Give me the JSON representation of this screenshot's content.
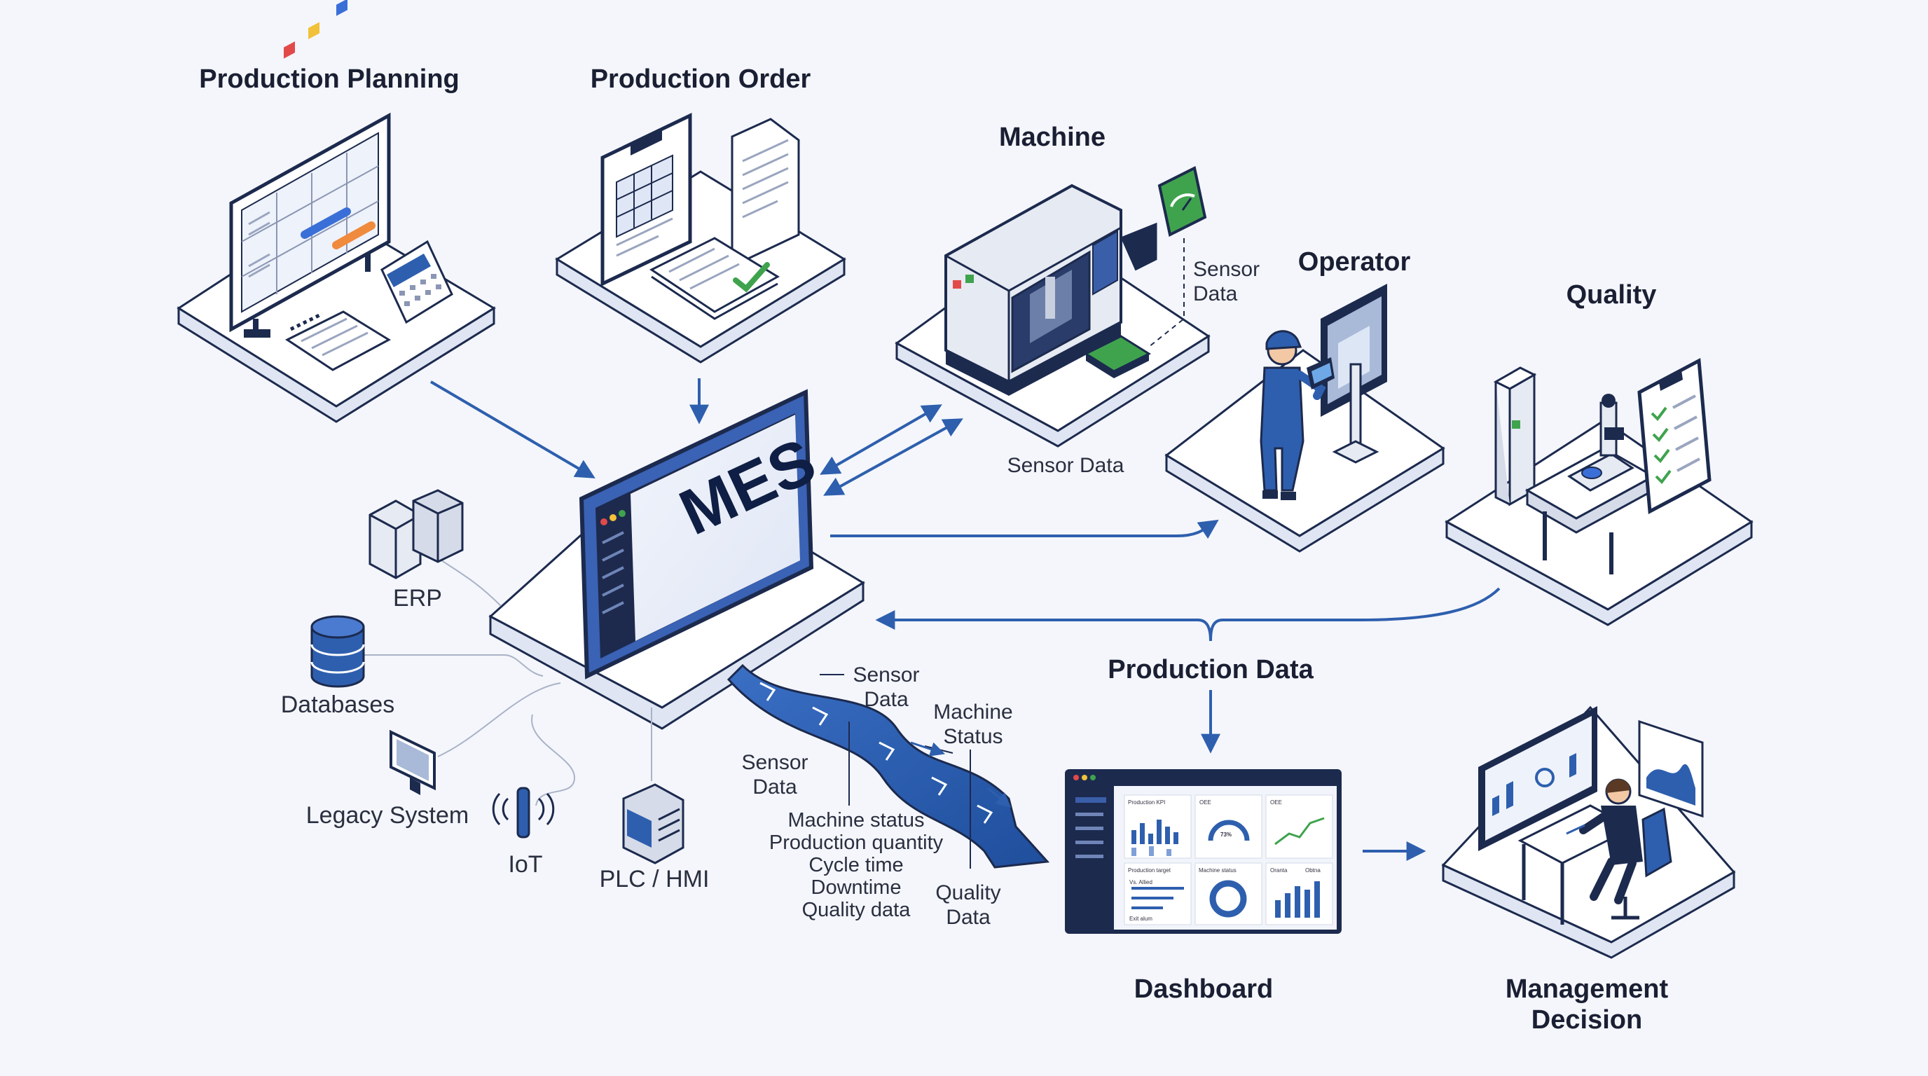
{
  "nodes": {
    "production_planning": "Production Planning",
    "production_order": "Production Order",
    "machine": "Machine",
    "operator": "Operator",
    "quality": "Quality",
    "production_data": "Production Data",
    "dashboard": "Dashboard",
    "management_decision_line1": "Management",
    "management_decision_line2": "Decision",
    "mes": "MES"
  },
  "sources": {
    "erp": "ERP",
    "databases": "Databases",
    "legacy_system": "Legacy System",
    "iot": "IoT",
    "plc_hmi": "PLC / HMI"
  },
  "machine_links": {
    "sensor_data_side": [
      "Sensor",
      "Data"
    ],
    "sensor_data_bottom": "Sensor Data"
  },
  "data_stream": {
    "sensor_data_top": [
      "Sensor",
      "Data"
    ],
    "machine_status": [
      "Machine",
      "Status"
    ],
    "sensor_data_left": [
      "Sensor",
      "Data"
    ],
    "quality_data": [
      "Quality",
      "Data"
    ],
    "items": [
      "Machine status",
      "Production quantity",
      "Cycle time",
      "Downtime",
      "Quality data"
    ]
  },
  "dashboard_screen": {
    "widgets": [
      "Production KPI",
      "OEE",
      "OEE",
      "Production target",
      "Machine status",
      "Oranta",
      "Obtna"
    ],
    "gauge_value": "73%",
    "small_notes": [
      "Vs. Allied",
      "Exit alum"
    ]
  },
  "colors": {
    "accent": "#2e5fae",
    "dark_navy": "#1c2a4e",
    "platform": "#ffffff",
    "platform_edge": "#c9d2e6",
    "background": "#f4f6fb",
    "green": "#3fa34d",
    "orange": "#f08a3c",
    "blue_sticky": "#3b6fd8",
    "red_sticky": "#e24a4a",
    "yellow_sticky": "#f2c13a"
  },
  "icons": [
    "computer-monitor-icon",
    "calendar-icon",
    "clipboard-icon",
    "document-icon",
    "cnc-machine-icon",
    "gauge-icon",
    "sensor-chip-icon",
    "worker-icon",
    "kiosk-icon",
    "microscope-icon",
    "checklist-icon",
    "server-icon",
    "database-icon",
    "monitor-icon",
    "iot-sensor-icon",
    "plc-icon",
    "manager-icon"
  ]
}
